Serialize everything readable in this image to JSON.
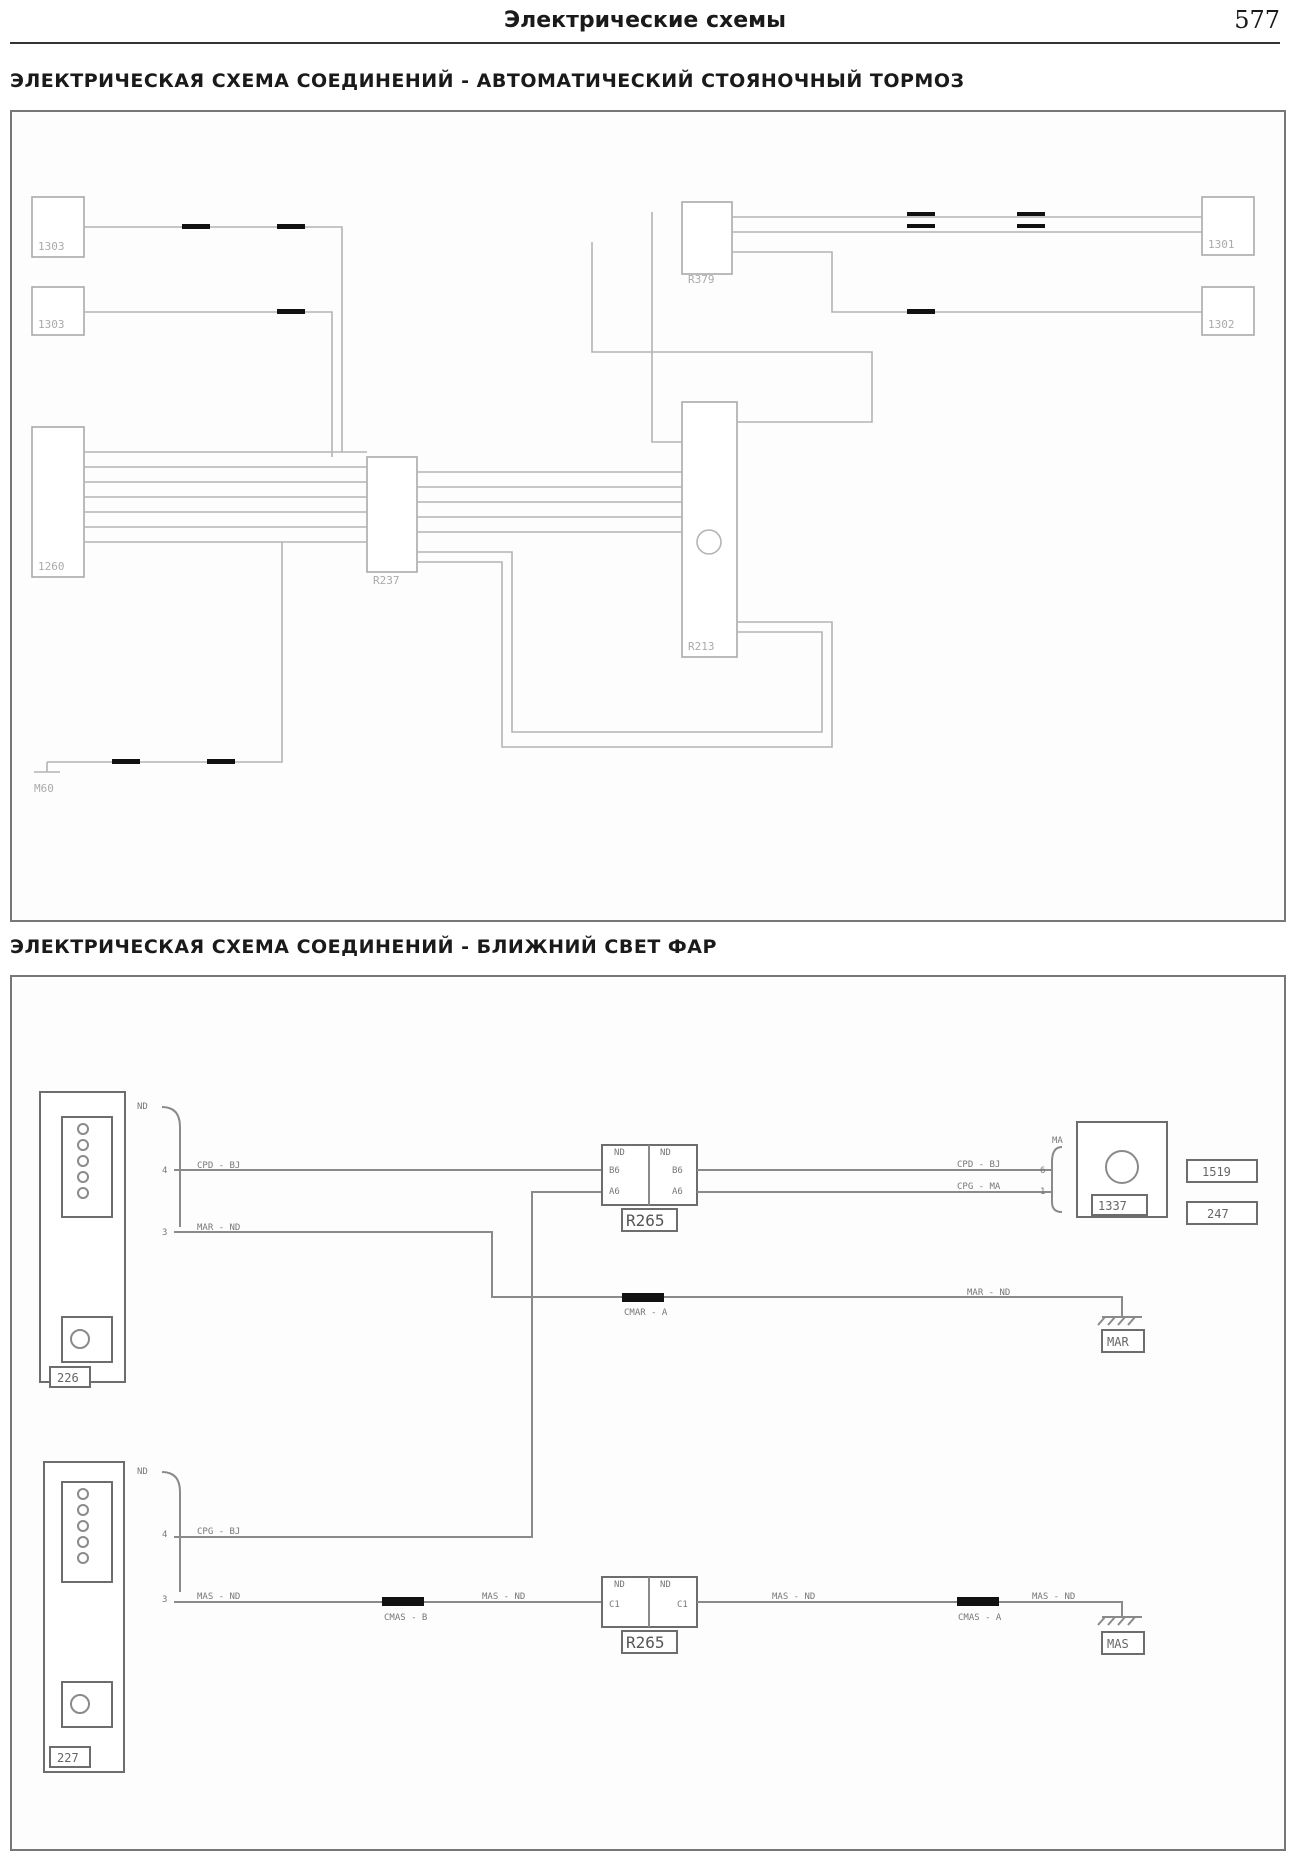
{
  "header": {
    "title": "Электрические схемы",
    "page_number": "577"
  },
  "diagram1": {
    "title": "ЭЛЕКТРИЧЕСКАЯ СХЕМА СОЕДИНЕНИЙ - АВТОМАТИЧЕСКИЙ СТОЯНОЧНЫЙ ТОРМОЗ",
    "components": [
      "1303",
      "1303",
      "1260",
      "1301",
      "1302",
      "R379",
      "R237",
      "R213",
      "M60"
    ]
  },
  "diagram2": {
    "title": "ЭЛЕКТРИЧЕСКАЯ СХЕМА СОЕДИНЕНИЙ - БЛИЖНИЙ СВЕТ ФАР",
    "components": {
      "left_upper": "226",
      "left_lower": "227",
      "connector_top": "R265",
      "connector_bottom": "R265",
      "actuator": "1337",
      "ref_a": "1519",
      "ref_b": "247",
      "ground_top": "MAR",
      "ground_bottom": "MAS"
    },
    "pins": {
      "nd": "ND",
      "pin4": "4",
      "pin3": "3",
      "b6": "B6",
      "a6": "A6",
      "c1": "C1",
      "ma": "MA",
      "pin6": "6",
      "pin1": "1"
    },
    "wires": {
      "cpd_bj": "CPD - BJ",
      "cpg_bj": "CPG - BJ",
      "mar_nd": "MAR - ND",
      "mas_nd": "MAS - ND",
      "cpd_bj_right": "CPD - BJ",
      "cpg_ma_right": "CPG - MA"
    },
    "splices": {
      "mar": "CMAR - A",
      "mas_b": "CMAS - B",
      "mas_a": "CMAS - A"
    }
  }
}
